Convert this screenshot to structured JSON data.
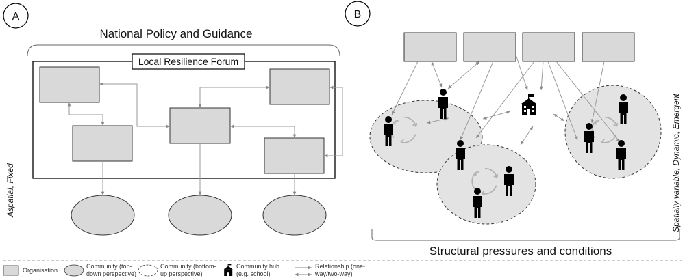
{
  "panels": {
    "a": {
      "letter": "A",
      "top_label": "National Policy and Guidance",
      "forum_label": "Local Resilience Forum",
      "side_label": "Aspatial, Fixed"
    },
    "b": {
      "letter": "B",
      "bottom_label": "Structural pressures and conditions",
      "side_label": "Spatially variable, Dynamic, Emergent"
    }
  },
  "legend": {
    "organisation": "Organisation",
    "community_top_down_1": "Community (top-",
    "community_top_down_2": "down perspective)",
    "community_bottom_up_1": "Community (bottom-",
    "community_bottom_up_2": "up perspective)",
    "hub_1": "Community hub",
    "hub_2": "(e.g. school)",
    "relationship_1": "Relationship (one-",
    "relationship_2": "way/two-way)"
  },
  "icons": {
    "person": "person-icon",
    "school": "school-icon",
    "cycle": "cycle-arrows-icon"
  },
  "colors": {
    "box_fill": "#d9d9d9",
    "connector": "#9a9a9a",
    "community_fill": "#e3e3e3"
  }
}
